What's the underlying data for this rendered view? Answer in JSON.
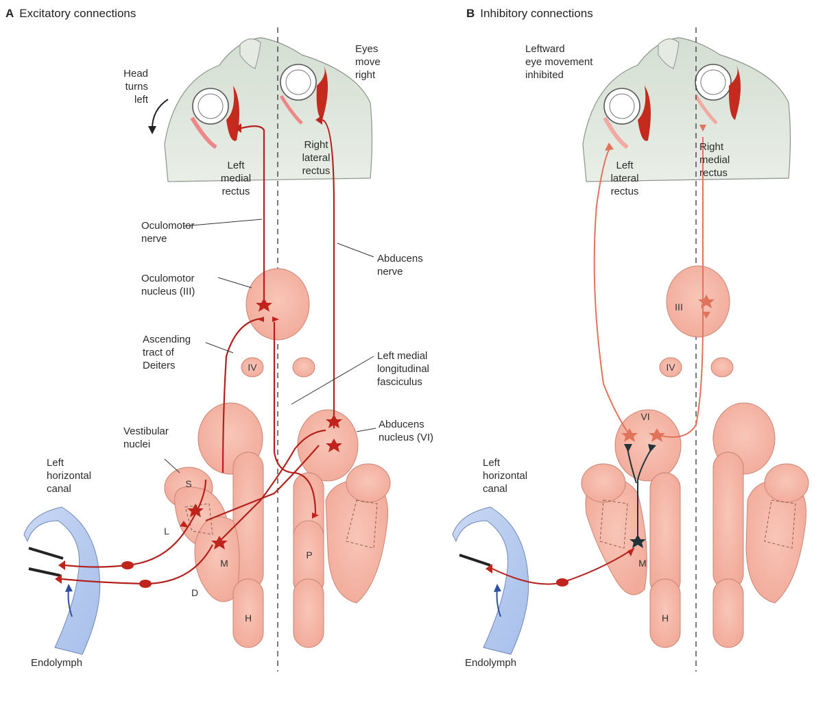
{
  "panels": {
    "a": {
      "letter": "A",
      "title": "Excitatory connections",
      "labels": {
        "head_turns": "Head\nturns\nleft",
        "eyes_move": "Eyes\nmove\nright",
        "left_medial_rectus": "Left\nmedial\nrectus",
        "right_lateral_rectus": "Right\nlateral\nrectus",
        "oculomotor_nerve": "Oculomotor\nnerve",
        "abducens_nerve": "Abducens\nnerve",
        "oculomotor_nucleus": "Oculomotor\nnucleus (III)",
        "ascending_tract": "Ascending\ntract of\nDeiters",
        "left_mlf": "Left medial\nlongitudinal\nfasciculus",
        "vestibular_nuclei": "Vestibular\nnuclei",
        "abducens_nucleus": "Abducens\nnucleus (VI)",
        "left_horizontal_canal": "Left\nhorizontal\ncanal",
        "endolymph": "Endolymph"
      },
      "nuclei": {
        "iv": "IV",
        "s": "S",
        "l": "L",
        "m": "M",
        "d": "D",
        "p": "P",
        "h": "H"
      }
    },
    "b": {
      "letter": "B",
      "title": "Inhibitory connections",
      "labels": {
        "leftward_inhibited": "Leftward\neye movement\ninhibited",
        "left_lateral_rectus": "Left\nlateral\nrectus",
        "right_medial_rectus": "Right\nmedial\nrectus",
        "left_horizontal_canal": "Left\nhorizontal\ncanal",
        "endolymph": "Endolymph"
      },
      "nuclei": {
        "iii": "III",
        "iv": "IV",
        "vi": "VI",
        "m": "M",
        "h": "H"
      }
    }
  },
  "colors": {
    "nucleus_fill": "#f4b3a5",
    "nucleus_stroke": "#c98474",
    "head_fill": "#dde5da",
    "canal_fill": "#b9cdef",
    "excitatory_path": "#b3201c",
    "inhibitory_path": "#e0735a",
    "inhibitory_neuron": "#22343a"
  }
}
